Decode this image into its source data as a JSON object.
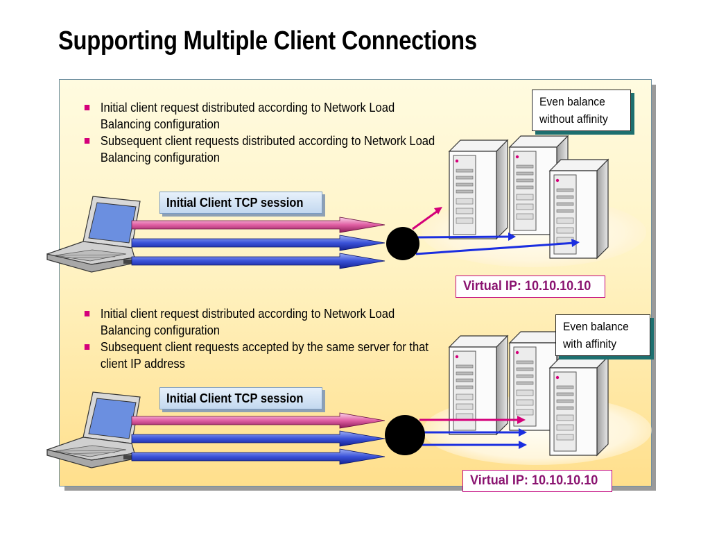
{
  "title": "Supporting Multiple Client Connections",
  "top_scenario": {
    "bullets": [
      "Initial client request distributed according to Network Load Balancing configuration",
      "Subsequent client requests distributed according to Network Load Balancing configuration"
    ],
    "session_label": "Initial Client TCP session",
    "callout": [
      "Even balance",
      "without affinity"
    ],
    "virtual_ip": "Virtual IP: 10.10.10.10"
  },
  "bottom_scenario": {
    "bullets": [
      "Initial client request distributed according to Network Load Balancing configuration",
      "Subsequent client requests accepted by the same server for that client IP address"
    ],
    "session_label": "Initial Client TCP session",
    "callout": [
      "Even balance",
      "with affinity"
    ],
    "virtual_ip": "Virtual IP: 10.10.10.10"
  },
  "colors": {
    "initial_arrow": "#d63a8c",
    "subsequent_arrow": "#1f34c6",
    "nlb_node": "#000000",
    "accent": "#d4007a"
  },
  "icons": [
    "laptop-icon",
    "server-icon",
    "nlb-node-icon"
  ]
}
